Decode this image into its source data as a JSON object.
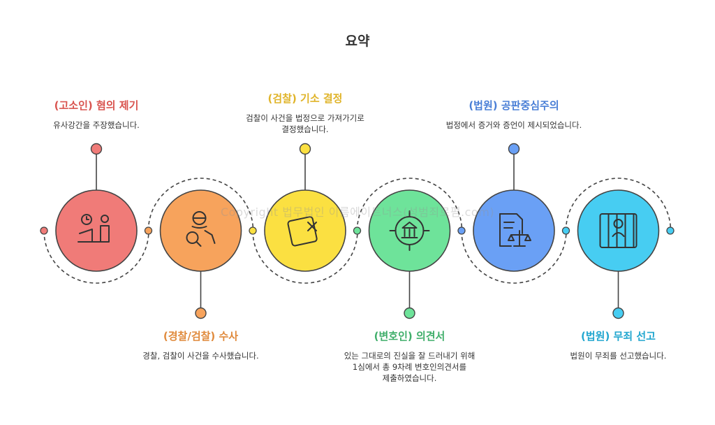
{
  "title": "요약",
  "watermark": "Copyright 법무법인 이름에이트너스(성범죄로펌.com)",
  "steps": [
    {
      "head": "(고소인) 혐의 제기",
      "desc": [
        "유사강간을 주장했습니다."
      ],
      "color": "#d9544f",
      "fill": "#f07b78",
      "icon": "person-at-desk-icon",
      "pos": "top"
    },
    {
      "head": "(경찰/검찰) 수사",
      "desc": [
        "경찰, 검찰이 사건을 수사했습니다."
      ],
      "color": "#e08a3c",
      "fill": "#f7a35c",
      "icon": "investigator-magnifier-icon",
      "pos": "bottom"
    },
    {
      "head": "(검찰) 기소 결정",
      "desc": [
        "검찰이 사건을 법정으로 가져가기로",
        "결정했습니다."
      ],
      "color": "#e0b42a",
      "fill": "#fbe041",
      "icon": "document-x-icon",
      "pos": "top"
    },
    {
      "head": "(변호인) 의견서",
      "desc": [
        "있는 그대로의 진실을 잘 드러내기 위해",
        "1심에서 총 9차례 변호인의견서를",
        "제출하였습니다."
      ],
      "color": "#3fae6a",
      "fill": "#6ee39a",
      "icon": "courthouse-target-icon",
      "pos": "bottom"
    },
    {
      "head": "(법원) 공판중심주의",
      "desc": [
        "법정에서 증거와 증언이 제시되었습니다."
      ],
      "color": "#4a7fd6",
      "fill": "#6aa0f5",
      "icon": "document-scales-icon",
      "pos": "top"
    },
    {
      "head": "(법원) 무죄 선고",
      "desc": [
        "법원이 무죄를 선고했습니다."
      ],
      "color": "#21a6cf",
      "fill": "#47cdf2",
      "icon": "person-behind-bars-icon",
      "pos": "bottom"
    }
  ]
}
